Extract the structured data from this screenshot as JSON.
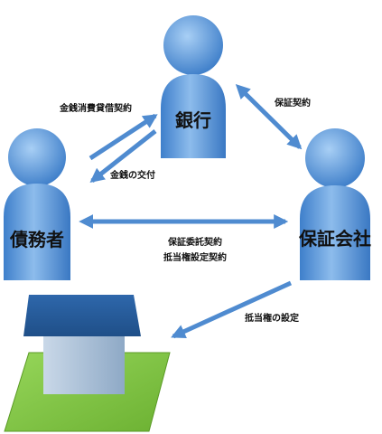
{
  "parties": {
    "bank": "銀行",
    "debtor": "債務者",
    "guarantor": "保証会社"
  },
  "relations": {
    "loan_contract": "金銭消費貸借契約",
    "money_delivery": "金銭の交付",
    "guarantee_contract": "保証契約",
    "guarantee_entrustment": "保証委託契約",
    "mortgage_setting_contract": "抵当権設定契約",
    "mortgage_setting": "抵当権の設定"
  },
  "colors": {
    "person_fill": "#4f90d8",
    "person_light": "#9cc6f2",
    "arrow": "#4f8bd0",
    "roof": "#2a5d9c",
    "wall": "#aabfd6",
    "land": "#80c342"
  }
}
